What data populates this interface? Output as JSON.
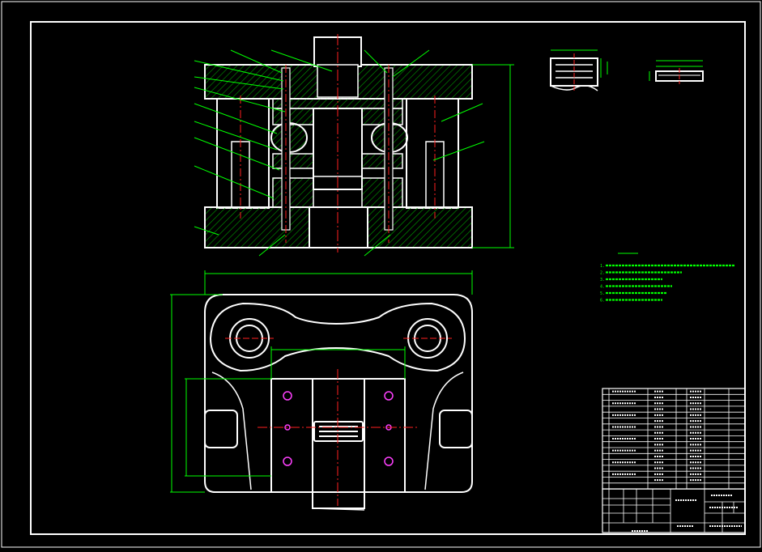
{
  "colors": {
    "background": "#000000",
    "outline": "#ffffff",
    "dimension": "#00ff00",
    "centerline": "#ff2020",
    "hatch": "#00b000",
    "fastener": "#ff40ff"
  },
  "icons": {
    "hatch": "diagonal-hatch-pattern",
    "screw": "socket-head-screw-symbol"
  },
  "note_lines": [
    "1.",
    "2.",
    "3.",
    "4.",
    "5.",
    "6."
  ]
}
